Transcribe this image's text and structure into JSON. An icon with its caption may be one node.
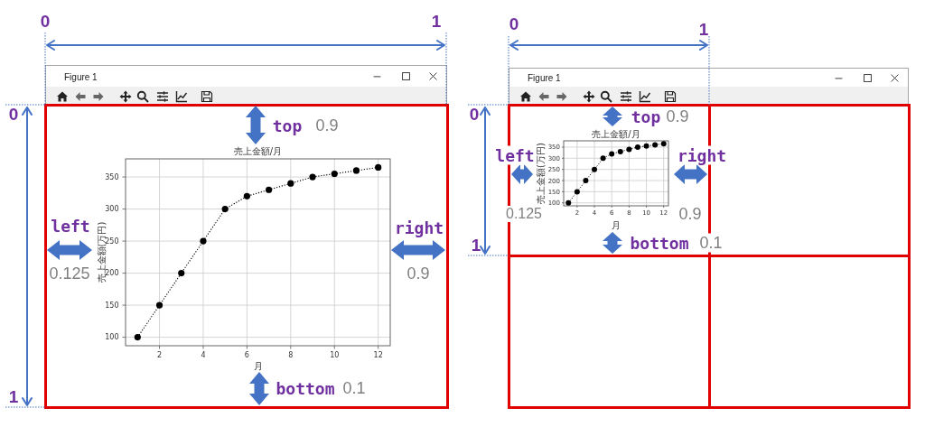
{
  "diagram": {
    "nodes": [
      {
        "text": [
          "Figure 1"
        ]
      },
      {
        "text": [],
        "shape": "box",
        "in": 0
      },
      {
        "text": [
          "Figure 1"
        ]
      },
      {
        "text": [],
        "shape": "box",
        "in": 2
      },
      {
        "text": [],
        "shape": "box",
        "in": 2
      },
      {
        "text": [],
        "shape": "box",
        "in": 2
      },
      {
        "text": [],
        "shape": "box",
        "in": 2
      }
    ],
    "labels": [
      "0",
      "1",
      "0",
      "top",
      "0.9",
      "left",
      "right",
      "0.125",
      "0.9",
      "bottom",
      "0.1",
      "1",
      "0",
      "1",
      "0",
      "top",
      "0.9",
      "left",
      "right",
      "0.125",
      "0.9",
      "1",
      "bottom",
      "0.1"
    ],
    "chart_data": [
      {
        "type": "line",
        "title": "売上金額/月",
        "xlabel": "月",
        "ylabel": "売上金額(万円)",
        "x": [
          1,
          2,
          3,
          4,
          5,
          6,
          7,
          8,
          9,
          10,
          11,
          12
        ],
        "series": [
          {
            "color": "#000000",
            "line_style": "dotted",
            "marker": "circle",
            "values": [
              100,
              150,
              200,
              250,
              300,
              320,
              330,
              340,
              350,
              355,
              360,
              365
            ]
          }
        ],
        "xlim": [
          0.45,
          12.55
        ],
        "ylim": [
          86.75,
          378.25
        ],
        "xticks": [
          2,
          4,
          6,
          8,
          10,
          12
        ],
        "yticks": [
          100,
          150,
          200,
          250,
          300,
          350
        ],
        "grid": true
      },
      {
        "type": "line",
        "title": "売上金額/月",
        "xlabel": "月",
        "ylabel": "売上金額(万円)",
        "x": [
          1,
          2,
          3,
          4,
          5,
          6,
          7,
          8,
          9,
          10,
          11,
          12
        ],
        "series": [
          {
            "color": "#000000",
            "line_style": "dotted",
            "marker": "circle",
            "values": [
              100,
              150,
              200,
              250,
              300,
              320,
              330,
              340,
              350,
              355,
              360,
              365
            ]
          }
        ],
        "xlim": [
          0.45,
          12.55
        ],
        "ylim": [
          86.75,
          378.25
        ],
        "xticks": [
          2,
          4,
          6,
          8,
          10,
          12
        ],
        "yticks": [
          100,
          150,
          200,
          250,
          300,
          350
        ],
        "grid": true
      }
    ]
  }
}
